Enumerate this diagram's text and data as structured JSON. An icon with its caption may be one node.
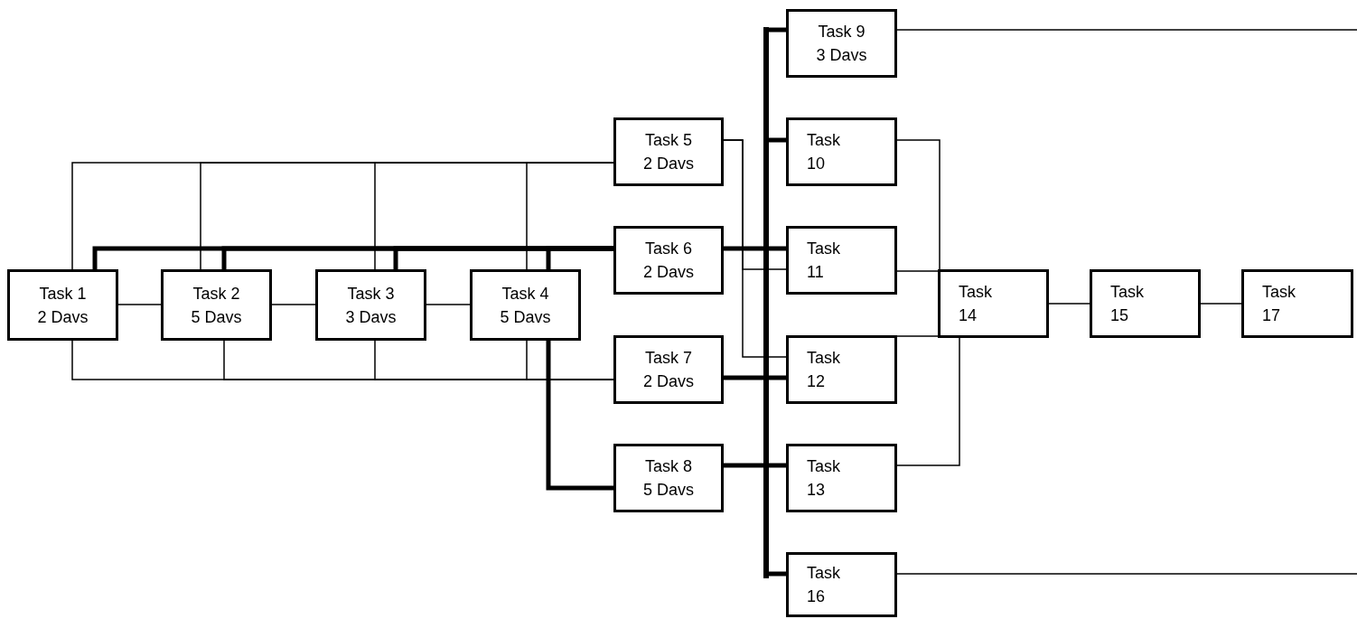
{
  "diagram": {
    "nodes": [
      {
        "text": [
          "Task 1",
          "2 Davs"
        ]
      },
      {
        "text": [
          "Task 2",
          "5 Davs"
        ]
      },
      {
        "text": [
          "Task 3",
          "3 Davs"
        ]
      },
      {
        "text": [
          "Task 4",
          "5 Davs"
        ]
      },
      {
        "text": [
          "Task 5",
          "2 Davs"
        ]
      },
      {
        "text": [
          "Task 6",
          "2 Davs"
        ]
      },
      {
        "text": [
          "Task 7",
          "2 Davs"
        ]
      },
      {
        "text": [
          "Task 8",
          "5 Davs"
        ]
      },
      {
        "text": [
          "Task 9",
          "3 Davs"
        ]
      },
      {
        "text": [
          "Task 10"
        ]
      },
      {
        "text": [
          "Task 11"
        ]
      },
      {
        "text": [
          "Task 12"
        ]
      },
      {
        "text": [
          "Task 13"
        ]
      },
      {
        "text": [
          "Task 14"
        ]
      },
      {
        "text": [
          "Task 15"
        ]
      },
      {
        "text": [
          "Task 16"
        ]
      },
      {
        "text": [
          "Task 17"
        ]
      },
      {
        "text": [],
        "shape": "bar"
      }
    ],
    "edges": [
      {
        "from": 0,
        "to": 1,
        "arrow": "none"
      },
      {
        "from": 1,
        "to": 2,
        "arrow": "none"
      },
      {
        "from": 2,
        "to": 3,
        "arrow": "none"
      },
      {
        "from": 0,
        "to": 4,
        "arrow": "none"
      },
      {
        "from": 1,
        "to": 4,
        "arrow": "none"
      },
      {
        "from": 2,
        "to": 4,
        "arrow": "none"
      },
      {
        "from": 3,
        "to": 4,
        "arrow": "none"
      },
      {
        "from": 0,
        "to": 5,
        "arrow": "none",
        "style": "thick"
      },
      {
        "from": 1,
        "to": 5,
        "arrow": "none",
        "style": "thick"
      },
      {
        "from": 2,
        "to": 5,
        "arrow": "none",
        "style": "thick"
      },
      {
        "from": 3,
        "to": 5,
        "arrow": "none",
        "style": "thick"
      },
      {
        "from": 0,
        "to": 6,
        "arrow": "none"
      },
      {
        "from": 1,
        "to": 6,
        "arrow": "none"
      },
      {
        "from": 2,
        "to": 6,
        "arrow": "none"
      },
      {
        "from": 3,
        "to": 6,
        "arrow": "none"
      },
      {
        "from": 3,
        "to": 7,
        "arrow": "none",
        "style": "thick"
      },
      {
        "from": 5,
        "to": 17,
        "arrow": "none",
        "style": "thick"
      },
      {
        "from": 6,
        "to": 17,
        "arrow": "none",
        "style": "thick"
      },
      {
        "from": 7,
        "to": 17,
        "arrow": "none",
        "style": "thick"
      },
      {
        "from": 17,
        "to": 8,
        "arrow": "none",
        "style": "thick"
      },
      {
        "from": 17,
        "to": 9,
        "arrow": "none",
        "style": "thick"
      },
      {
        "from": 17,
        "to": 10,
        "arrow": "none",
        "style": "thick"
      },
      {
        "from": 17,
        "to": 11,
        "arrow": "none",
        "style": "thick"
      },
      {
        "from": 17,
        "to": 12,
        "arrow": "none",
        "style": "thick"
      },
      {
        "from": 17,
        "to": 15,
        "arrow": "none",
        "style": "thick"
      },
      {
        "from": 4,
        "to": 10,
        "arrow": "none"
      },
      {
        "from": 4,
        "to": 11,
        "arrow": "none"
      },
      {
        "from": 9,
        "to": 13,
        "arrow": "none"
      },
      {
        "from": 10,
        "to": 13,
        "arrow": "none"
      },
      {
        "from": 11,
        "to": 13,
        "arrow": "none"
      },
      {
        "from": 12,
        "to": 13,
        "arrow": "none"
      },
      {
        "from": 13,
        "to": 14,
        "arrow": "none"
      },
      {
        "from": 14,
        "to": 16,
        "arrow": "none"
      },
      {
        "from": 8,
        "to": null,
        "arrow": "none"
      },
      {
        "from": 15,
        "to": null,
        "arrow": "none"
      }
    ]
  }
}
